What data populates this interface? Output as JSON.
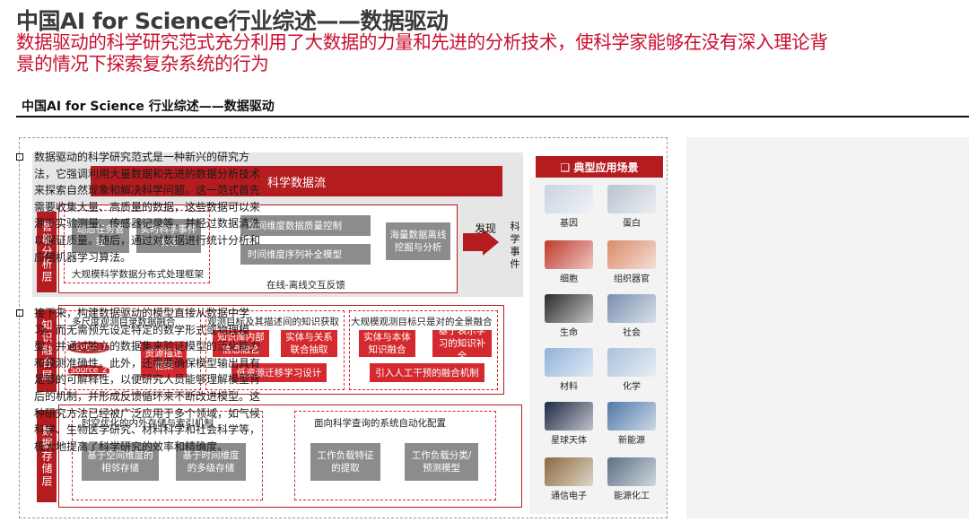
{
  "header": {
    "title": "中国AI for Science行业综述——数据驱动",
    "subtitle_line1": "数据驱动的科学研究范式充分利用了大数据的力量和先进的分析技术，使科学家能够在没有深入理论背",
    "subtitle_line2": "景的情况下探索复杂系统的行为",
    "section_title": "中国AI for Science 行业综述——数据驱动"
  },
  "diagram": {
    "science_flow": "科学数据流",
    "discover": "发现",
    "science_event": "科学事件",
    "smart_layer": {
      "label": "智能分析层",
      "dynamic_task": "动态任务管理",
      "realtime_event": "实时科学事件发现",
      "framework": "大规模科学数据分布式处理框架",
      "spatial_quality": "空间维度数据质量控制",
      "temporal_model": "时间维度序列补全模型",
      "offline_mining": "海量数据离线挖掘与分析",
      "feedback": "在线-离线交互反馈"
    },
    "knowledge_layer": {
      "label": "知识融合层",
      "multi_scale": "多尺度观测目录数据融合",
      "source1": "Source_1",
      "source2": "Source_2",
      "resource_desc": "资源描述框架",
      "target_knowledge": "观测目标及其描述间的知识获取",
      "kb_fusion": "知识库内部信息融合",
      "entity_relation": "实体与关系联合抽取",
      "low_resource": "低资源迁移学习设计",
      "panorama": "大规模观测目标只是对的全景融合",
      "entity_kb": "实体与本体知识融合",
      "repr_learning": "基于表示学习的知识补全",
      "human_loop": "引入人工干预的融合机制"
    },
    "storage_layer": {
      "label": "数据存储层",
      "spatiotemporal": "时空优化的内外存储与索引机制",
      "spatial_storage": "基于空间维度的相邻存储",
      "temporal_storage": "基于时间维度的多级存储",
      "auto_config": "面向科学查询的系统自动化配置",
      "workload_feature": "工作负载特征的提取",
      "workload_classify": "工作负载分类/预测模型"
    }
  },
  "apps": {
    "header": "❑ 典型应用场景",
    "items": [
      {
        "name": "基因",
        "icon": "dna-icon",
        "color": "#c9d3e0"
      },
      {
        "name": "蛋白",
        "icon": "protein-icon",
        "color": "#b8c4cf"
      },
      {
        "name": "细胞",
        "icon": "cell-icon",
        "color": "#c0392b"
      },
      {
        "name": "组织器官",
        "icon": "organ-icon",
        "color": "#d98b6a"
      },
      {
        "name": "生命",
        "icon": "life-icon",
        "color": "#2b2b2b"
      },
      {
        "name": "社会",
        "icon": "society-icon",
        "color": "#7a8fb0"
      },
      {
        "name": "材料",
        "icon": "material-icon",
        "color": "#8fb3d9"
      },
      {
        "name": "化学",
        "icon": "chemistry-icon",
        "color": "#a9c2d8"
      },
      {
        "name": "星球天体",
        "icon": "planet-icon",
        "color": "#1e2a44"
      },
      {
        "name": "新能源",
        "icon": "energy-icon",
        "color": "#4f79a8"
      },
      {
        "name": "通信电子",
        "icon": "chip-icon",
        "color": "#8a6a3e"
      },
      {
        "name": "能源化工",
        "icon": "plant-icon",
        "color": "#5a6f86"
      }
    ]
  },
  "bullets": [
    "数据驱动的科学研究范式是一种新兴的研究方法，它强调利用大量数据和先进的数据分析技术来探索自然现象和解决科学问题。这一范式首先需要收集大量、高质量的数据，这些数据可以来源于实验测量、传感器记录等，并经过数据清洗以保证质量。随后，通过对数据进行统计分析和应用机器学习算法。",
    "接下来，构建数据驱动的模型直接从数据中学习，而无需预先设定特定的数学形式或物理模型，并通过独立的数据集来验证模型的泛化能力和预测准确性。此外，还需要确保模型输出具有足够的可解释性，以便研究人员能够理解模型背后的机制，并形成反馈循环来不断改进模型。这种研究方法已经被广泛应用于多个领域，如气候科学、生物医学研究、材料科学和社会科学等，极大地提高了科学研究的效率和精确度。"
  ]
}
